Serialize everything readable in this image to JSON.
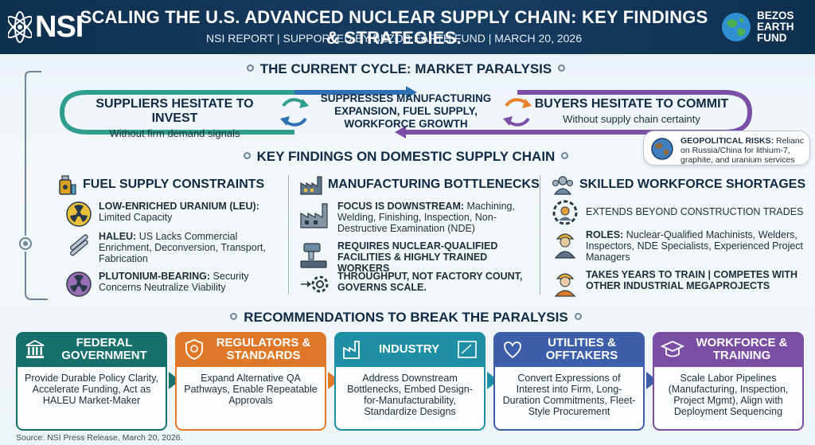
{
  "header": {
    "logo_text": "NSI",
    "title": "SCALING THE U.S. ADVANCED NUCLEAR SUPPLY CHAIN: KEY FINDINGS & STRATEGIES.",
    "subtitle": "NSI REPORT | SUPPORTED BY BEZOS EARTH FUND | MARCH 20, 2026",
    "partner_logo": {
      "icon": "globe-icon",
      "line1": "BEZOS",
      "line2": "EARTH",
      "line3": "FUND"
    }
  },
  "cycle": {
    "section_title": "THE CURRENT CYCLE: MARKET PARALYSIS",
    "left": {
      "heading": "SUPPLIERS HESITATE TO INVEST",
      "sub": "Without firm demand signals"
    },
    "middle": "SUPPRESSES MANUFACTURING EXPANSION, FUEL SUPPLY, WORKFORCE GROWTH",
    "right": {
      "heading": "BUYERS HESITATE TO COMMIT",
      "sub": "Without supply chain certainty"
    },
    "colors": {
      "teal": "#2f9e8f",
      "blue": "#2f6fb3",
      "purple": "#7b4fa6",
      "orange": "#e8822a"
    }
  },
  "geopolitical": {
    "label": "GEOPOLITICAL RISKS:",
    "text": "Relianc on Russia/China for lithium-7, graphite, and uranium services"
  },
  "findings": {
    "section_title": "KEY FINDINGS ON DOMESTIC SUPPLY CHAIN",
    "fuel": {
      "heading": "FUEL SUPPLY CONSTRAINTS",
      "items": [
        {
          "label": "LOW-ENRICHED URANIUM (LEU):",
          "text": "Limited Capacity",
          "icon": "radiation-icon"
        },
        {
          "label": "HALEU:",
          "text": "US Lacks Commercial Enrichment, Deconversion, Transport, Fabrication",
          "icon": "fuel-rods-icon"
        },
        {
          "label": "PLUTONIUM-BEARING:",
          "text": "Security Concerns Neutralize Viability",
          "icon": "radiation-icon"
        }
      ]
    },
    "manufacturing": {
      "heading": "MANUFACTURING BOTTLENECKS",
      "items": [
        {
          "label": "FOCUS IS DOWNSTREAM:",
          "text": "Machining, Welding, Finishing, Inspection, Non-Destructive Examination (NDE)",
          "icon": "factory-icon"
        },
        {
          "label": "REQUIRES NUCLEAR-QUALIFIED FACILITIES & HIGHLY TRAINED WORKERS",
          "text": "",
          "icon": "machine-icon"
        },
        {
          "label": "THROUGHPUT, NOT FACTORY COUNT, GOVERNS SCALE.",
          "text": "",
          "icon": "gear-icon"
        }
      ]
    },
    "workforce": {
      "heading": "SKILLED WORKFORCE SHORTAGES",
      "items": [
        {
          "label": "",
          "text": "EXTENDS BEYOND CONSTRUCTION TRADES",
          "icon": "worker-gear-icon"
        },
        {
          "label": "ROLES:",
          "text": "Nuclear-Qualified Machinists, Welders, Inspectors, NDE Specialists, Experienced Project Managers",
          "icon": "worker-icon"
        },
        {
          "label": "TAKES YEARS TO TRAIN | COMPETES WITH OTHER INDUSTRIAL MEGAPROJECTS",
          "text": "",
          "icon": "hardhat-icon"
        }
      ]
    }
  },
  "recommendations": {
    "section_title": "RECOMMENDATIONS TO BREAK THE PARALYSIS",
    "cards": [
      {
        "title": "FEDERAL GOVERNMENT",
        "body": "Provide Durable Policy Clarity, Accelerate Funding, Act as HALEU Market-Maker",
        "color": "#17706b",
        "icon": "capitol-icon"
      },
      {
        "title": "REGULATORS & STANDARDS",
        "body": "Expand Alternative QA Pathways, Enable Repeatable Approvals",
        "color": "#e0782a",
        "icon": "badge-icon"
      },
      {
        "title": "INDUSTRY",
        "body": "Address Downstream Bottlenecks, Embed Design-for-Manufacturability, Standardize Designs",
        "color": "#1f8fa6",
        "icon": "factory-icon"
      },
      {
        "title": "UTILITIES & OFFTAKERS",
        "body": "Convert Expressions of Interest into Firm, Long-Duration Commitments, Fleet-Style Procurement",
        "color": "#3d5ea8",
        "icon": "handshake-icon"
      },
      {
        "title": "WORKFORCE & TRAINING",
        "body": "Scale Labor Pipelines (Manufacturing, Inspection, Project Mgmt), Align with Deployment Sequencing",
        "color": "#7a4fa3",
        "icon": "graduation-cap-icon"
      }
    ]
  },
  "source": "Source: NSI Press Release, March 20, 2026."
}
